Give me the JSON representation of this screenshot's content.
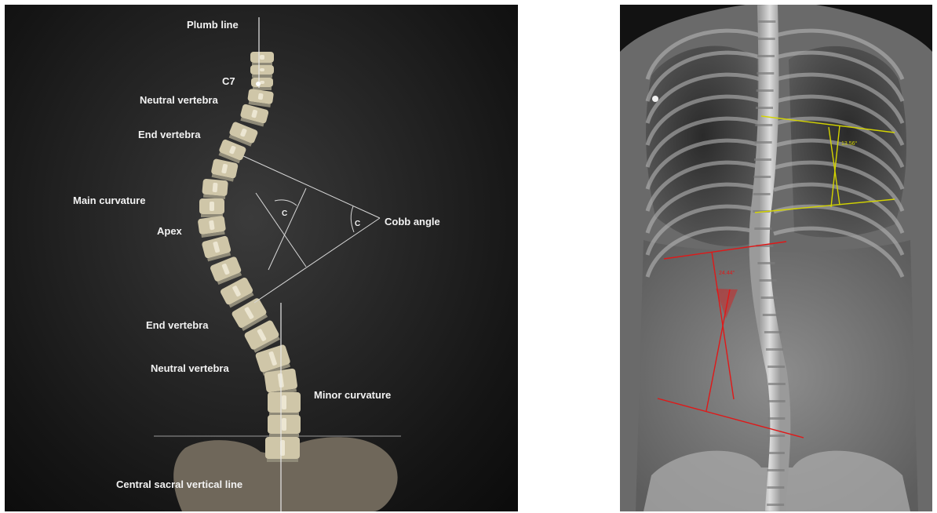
{
  "diagram": {
    "labels": {
      "plumb_line": "Plumb line",
      "c7": "C7",
      "neutral_vertebra_top": "Neutral vertebra",
      "end_vertebra_top": "End vertebra",
      "main_curvature": "Main curvature",
      "apex": "Apex",
      "cobb_angle": "Cobb angle",
      "angle_marker_inner": "C",
      "angle_marker_outer": "C",
      "end_vertebra_bottom": "End vertebra",
      "neutral_vertebra_bottom": "Neutral vertebra",
      "minor_curvature": "Minor curvature",
      "central_sacral_vertical_line": "Central sacral vertical line"
    }
  },
  "xray": {
    "upper_curve": {
      "angle_text": "13.56°",
      "color": "#d4d400"
    },
    "lower_curve": {
      "angle_text": "24.44°",
      "color": "#e01818"
    }
  },
  "colors": {
    "vertebra": "#cfc6a8",
    "disc": "#8f8a78",
    "pelvis": "#6f675a",
    "line": "#e8e8e8"
  }
}
